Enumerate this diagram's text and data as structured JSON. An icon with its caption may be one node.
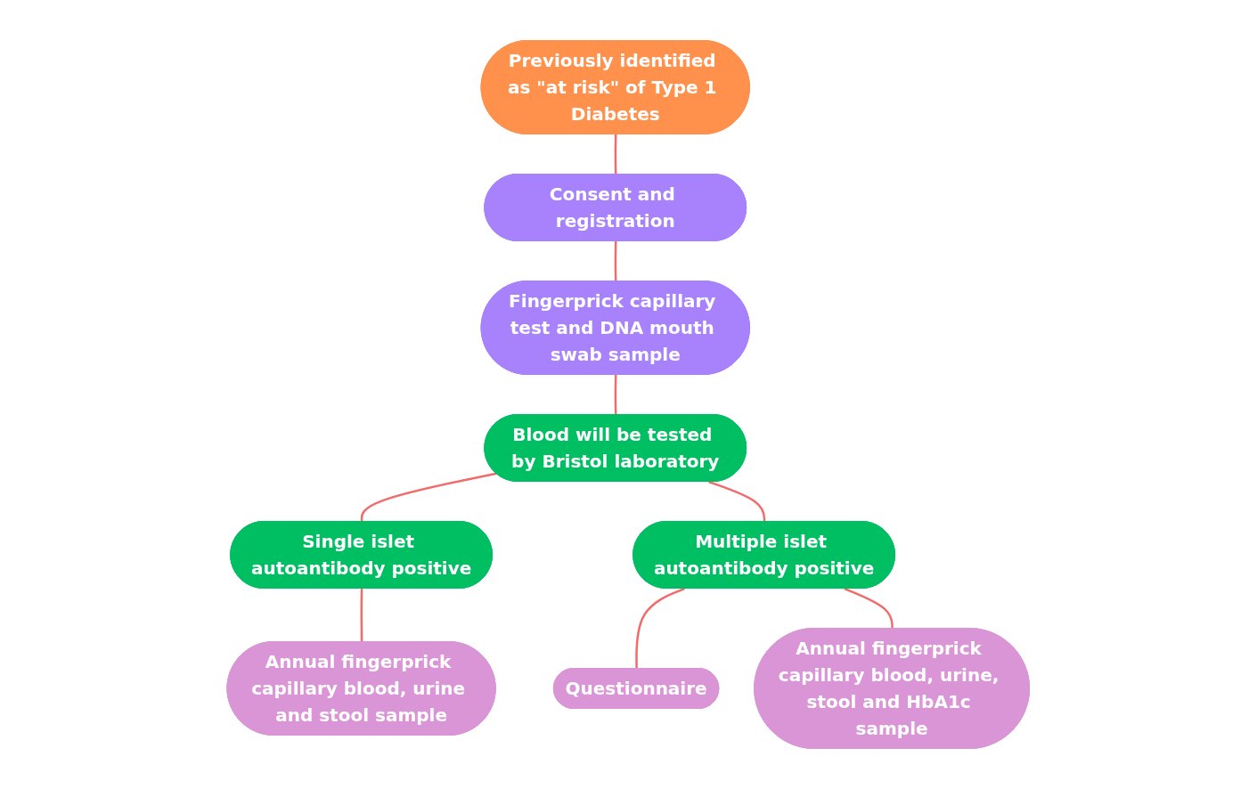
{
  "diagram": {
    "nodes": [
      {
        "text": [
          "Previously identified as \"at risk\" of Type 1 Diabetes"
        ]
      },
      {
        "text": [
          "Consent and registration"
        ]
      },
      {
        "text": [
          "Fingerprick capillary test and DNA mouth swab sample"
        ]
      },
      {
        "text": [
          "Blood will be tested by Bristol laboratory"
        ]
      },
      {
        "text": [
          "Single islet autoantibody positive"
        ]
      },
      {
        "text": [
          "Multiple islet autoantibody positive"
        ]
      },
      {
        "text": [
          "Questionnaire"
        ]
      },
      {
        "text": [
          "Annual fingerprick capillary blood, urine and stool sample"
        ]
      },
      {
        "text": [
          "Annual fingerprick capillary blood, urine, stool and HbA1c sample"
        ]
      }
    ],
    "edges": [
      {
        "from": 0,
        "to": 1,
        "arrow": "none"
      },
      {
        "from": 1,
        "to": 2,
        "arrow": "none"
      },
      {
        "from": 2,
        "to": 3,
        "arrow": "none"
      },
      {
        "from": 3,
        "to": 4,
        "arrow": "none"
      },
      {
        "from": 3,
        "to": 5,
        "arrow": "none"
      },
      {
        "from": 5,
        "to": 6,
        "arrow": "none"
      },
      {
        "from": 4,
        "to": 7,
        "arrow": "none"
      },
      {
        "from": 5,
        "to": 8,
        "arrow": "none"
      }
    ]
  }
}
